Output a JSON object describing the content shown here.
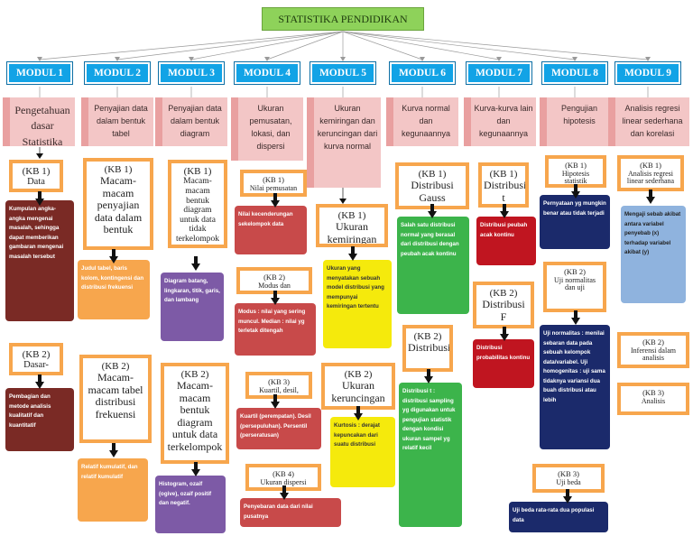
{
  "title": "STATISTIKA PENDIDIKAN",
  "colors": {
    "modul": "#12a3e6",
    "title_bg": "#8ed25a",
    "kb_border": "#f7a64d",
    "topic_bg": "#f3c6c6"
  },
  "modules": [
    {
      "label": "MODUL 1",
      "topic": "Pengetahuan dasar Statistika"
    },
    {
      "label": "MODUL 2",
      "topic": "Penyajian data dalam bentuk tabel"
    },
    {
      "label": "MODUL 3",
      "topic": "Penyajian data dalam bentuk diagram"
    },
    {
      "label": "MODUL 4",
      "topic": "Ukuran pemusatan, lokasi, dan dispersi"
    },
    {
      "label": "MODUL 5",
      "topic": "Ukuran kemiringan dan keruncingan dari kurva normal"
    },
    {
      "label": "MODUL 6",
      "topic": "Kurva normal dan kegunaannya"
    },
    {
      "label": "MODUL 7",
      "topic": "Kurva-kurva lain dan kegunaannya"
    },
    {
      "label": "MODUL 8",
      "topic": "Pengujian hipotesis"
    },
    {
      "label": "MODUL 9",
      "topic": "Analisis regresi linear sederhana dan korelasi"
    }
  ],
  "kb": {
    "m1_kb1": {
      "k": "(KB 1)",
      "t": "Data"
    },
    "m1_kb2": {
      "k": "(KB 2)",
      "t": "Dasar-dasar"
    },
    "m2_kb1": {
      "k": "(KB 1)",
      "t": "Macam-macam penyajian data dalam bentuk"
    },
    "m2_kb2": {
      "k": "(KB 2)",
      "t": "Macam-macam tabel distribusi frekuensi"
    },
    "m3_kb1": {
      "k": "(KB 1)",
      "t": "Macam-macam bentuk diagram untuk data tidak terkelompok"
    },
    "m3_kb2": {
      "k": "(KB 2)",
      "t": "Macam-macam bentuk diagram untuk data terkelompok"
    },
    "m4_kb1": {
      "k": "(KB 1)",
      "t": "Nilai pemusatan"
    },
    "m4_kb2": {
      "k": "(KB 2)",
      "t": "Modus dan"
    },
    "m4_kb3": {
      "k": "(KB 3)",
      "t": "Kuartil, desil,"
    },
    "m4_kb4": {
      "k": "(KB 4)",
      "t": "Ukuran dispersi"
    },
    "m5_kb1": {
      "k": "(KB 1)",
      "t": "Ukuran kemiringan"
    },
    "m5_kb2": {
      "k": "(KB 2)",
      "t": "Ukuran keruncingan"
    },
    "m6_kb1": {
      "k": "(KB 1)",
      "t": "Distribusi Gauss"
    },
    "m6_kb2": {
      "k": "(KB 2)",
      "t": "Distribusi"
    },
    "m7_kb1": {
      "k": "(KB 1)",
      "t": "Distribusi t"
    },
    "m7_kb2": {
      "k": "(KB 2)",
      "t": "Distribusi F"
    },
    "m8_kb1": {
      "k": "(KB 1)",
      "t": "Hipotesis statistik"
    },
    "m8_kb2": {
      "k": "(KB 2)",
      "t": "Uji normalitas dan uji"
    },
    "m8_kb3": {
      "k": "(KB 3)",
      "t": "Uji beda"
    },
    "m9_kb1": {
      "k": "(KB 1)",
      "t": "Analisis regresi linear sederhana"
    },
    "m9_kb2": {
      "k": "(KB 2)",
      "t": "Inferensi dalam analisis"
    },
    "m9_kb3": {
      "k": "(KB 3)",
      "t": "Analisis"
    }
  },
  "desc": {
    "m1_kb1": "Kumpulan angka-angka mengenai masalah, sehingga dapat memberikan gambaran mengenai masalah tersebut",
    "m1_kb2": "Pembagian dan metode analisis kualitatif dan kuantitatif",
    "m2_kb1": "Judul tabel, baris kolom, kontingensi dan distribusi frekuensi",
    "m2_kb2": "Relatif kumulatif, dan relatif kumulatif",
    "m3_kb1": "Diagram batang, lingkaran, titik, garis, dan lambang",
    "m3_kb2": "Histogram, ozaif (ogive), ozaif positif dan negatif.",
    "m4_kb1": "Nilai kecenderungan sekelompok data",
    "m4_kb2": "Modus : nilai yang sering muncul. Median : nilai yg terletak ditengah",
    "m4_kb3": "Kuartil (perempatan). Desil (persepuluhan). Persentil (perseratusan)",
    "m4_kb4": "Penyebaran data dari nilai pusatnya",
    "m5_kb1": "Ukuran yang menyatakan sebuah model distribusi yang mempunyai kemiringan tertentu",
    "m5_kb2": "Kurtosis : derajat kepuncakan dari suatu distribusi",
    "m6_kb1": "Salah satu distribusi normal yang berasal dari distribusi dengan peubah acak kontinu",
    "m6_kb2": "Distribusi t : distribusi sampling yg digunakan untuk pengujian statistik dengan kondisi ukuran sampel yg relatif kecil",
    "m7_kb1": "Distribusi peubah acak kontinu",
    "m7_kb2": "Distribusi probabilitas kontinu",
    "m8_kb1": "Pernyataan yg mungkin benar atau tidak terjadi",
    "m8_kb2": "Uji normalitas : menilai sebaran data pada sebuah kelompok data/variabel. Uji homogenitas : uji sama tidaknya variansi dua buah distribusi atau lebih",
    "m8_kb3": "Uji beda rata-rata dua populasi data",
    "m9_kb1": "Mengaji sebab akibat antara variabel penyebab (x) terhadap variabel akibat (y)"
  }
}
